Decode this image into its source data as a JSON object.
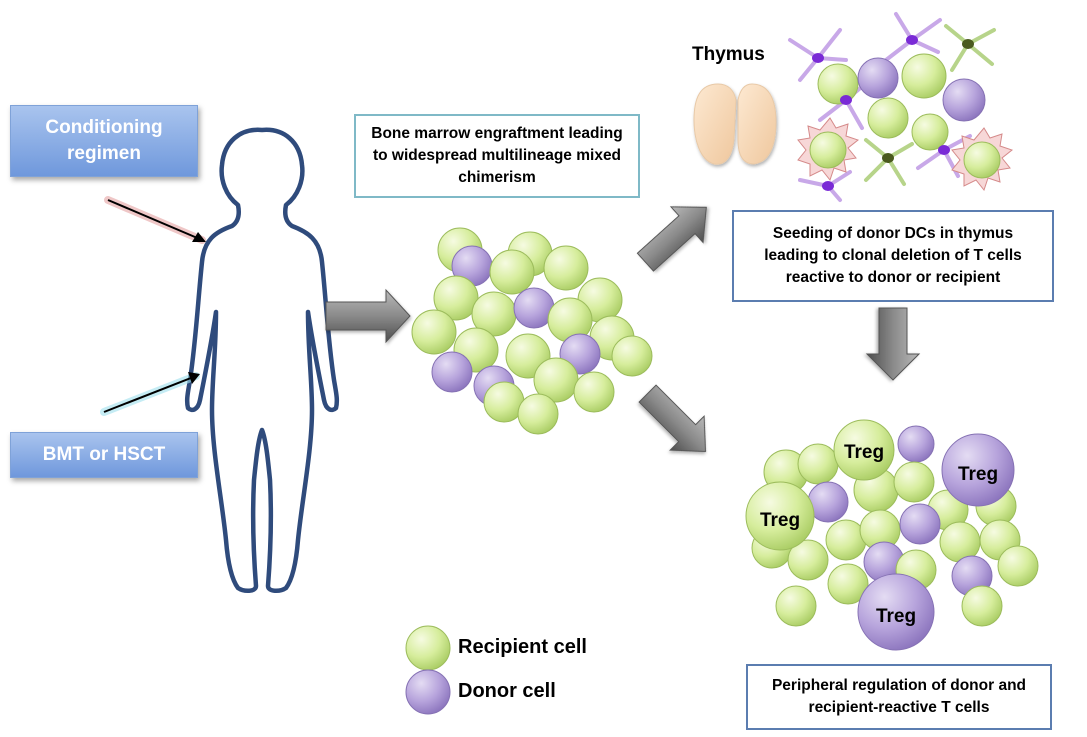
{
  "labels": {
    "conditioning": "Conditioning regimen",
    "bmt": "BMT or HSCT",
    "thymus": "Thymus"
  },
  "boxes": {
    "engraftment": "Bone marrow engraftment leading to widespread multilineage mixed chimerism",
    "seeding": "Seeding of donor DCs in thymus leading to clonal deletion of T cells reactive to donor or recipient",
    "peripheral": "Peripheral regulation of donor and recipient-reactive T cells"
  },
  "treg": "Treg",
  "legend": {
    "recipient": "Recipient cell",
    "donor": "Donor cell"
  },
  "colors": {
    "recipient": "#d6ed9c",
    "donor": "#b7a4dc",
    "label_blue": "#7ea6e2",
    "box_border_teal": "#7fb9c7",
    "box_border_blue": "#5b7db0",
    "arrow_gray": "#7a7a7a",
    "body_outline": "#2f4b7c"
  }
}
